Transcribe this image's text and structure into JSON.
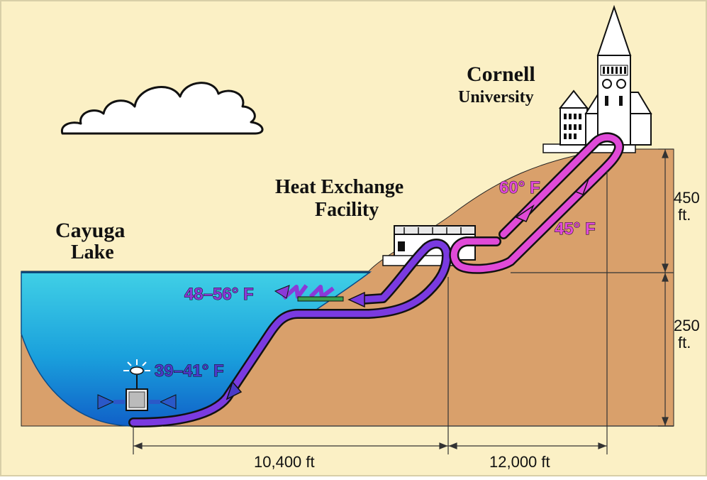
{
  "labels": {
    "cornell_line1": "Cornell",
    "cornell_line2": "University",
    "heat_line1": "Heat Exchange",
    "heat_line2": "Facility",
    "lake_line1": "Cayuga",
    "lake_line2": "Lake"
  },
  "temperatures": {
    "return_to_facility": "60° F",
    "supply_to_campus": "45° F",
    "discharge": "48–56° F",
    "intake": "39–41° F"
  },
  "dimensions": {
    "upper_height": "450",
    "upper_unit": "ft.",
    "lower_height": "250",
    "lower_unit": "ft.",
    "lake_distance": "10,400 ft",
    "land_distance": "12,000 ft"
  },
  "colors": {
    "background": "#fbf0c5",
    "earth": "#d9a06b",
    "water_top": "#2fc4dc",
    "water_bottom": "#1177cc",
    "warm_pipe": "#e04ad8",
    "cool_pipe": "#8a3ad8",
    "cold_pipe": "#4a3ac8"
  }
}
